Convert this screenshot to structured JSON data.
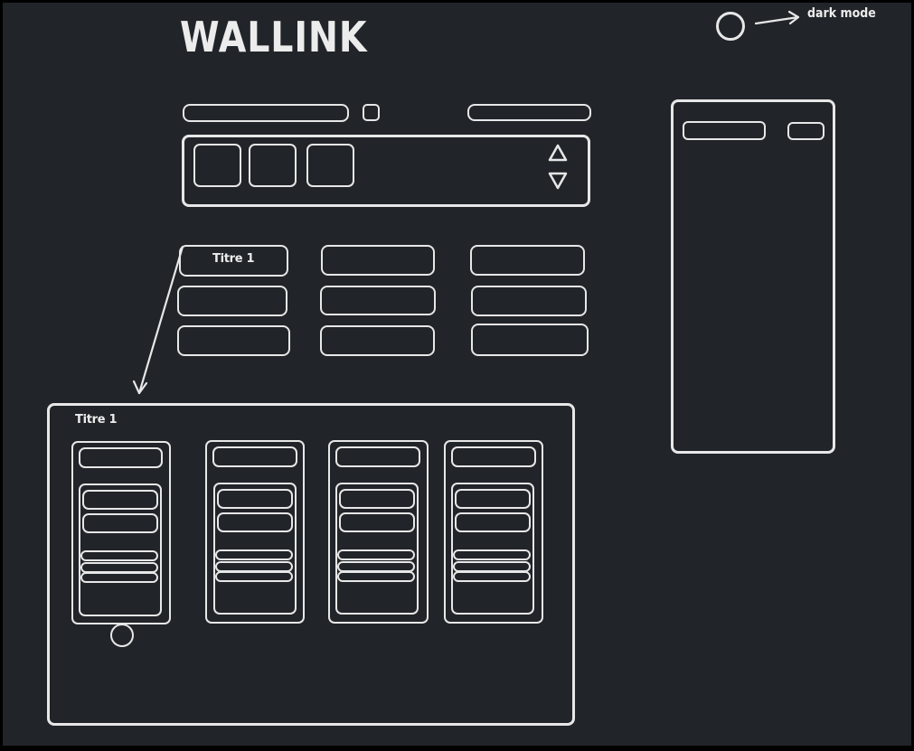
{
  "app": {
    "title": "WALLINK"
  },
  "theme_toggle": {
    "note": "dark mode"
  },
  "grid": {
    "first_tile_title": "Titre 1"
  },
  "detail_panel": {
    "title": "Titre 1"
  },
  "colors": {
    "background": "#212529",
    "stroke": "#e7e7e7"
  },
  "icons": {
    "scroll_up": "triangle-up-icon",
    "scroll_down": "triangle-down-icon",
    "toggle": "circle-toggle-icon"
  }
}
